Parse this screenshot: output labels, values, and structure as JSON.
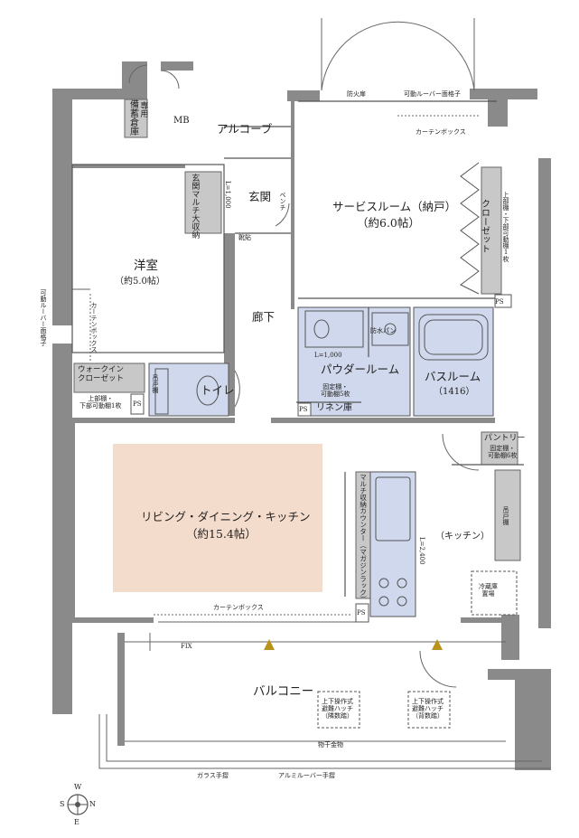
{
  "rooms": {
    "storage": "備蓄倉庫",
    "storage_prefix": "専用",
    "mb": "MB",
    "alcove": "アルコーブ",
    "entrance": "玄関",
    "entrance_storage": "玄関マルチ大収納",
    "western_room": "洋室",
    "western_room_size": "（約5.0帖）",
    "service_room": "サービスルーム（納戸）",
    "service_room_size": "（約6.0帖）",
    "closet": "クローゼット",
    "corridor": "廊下",
    "walk_in_closet": "ウォークイン\nクローゼット",
    "toilet": "トイレ",
    "powder_room": "パウダールーム",
    "bathroom": "バスルーム",
    "bathroom_size": "（1416）",
    "linen": "リネン庫",
    "pantry": "パントリー",
    "ldk": "リビング・ダイニング・キッチン",
    "ldk_size": "（約15.4帖）",
    "kitchen": "（キッチン）",
    "balcony": "バルコニー"
  },
  "notes": {
    "fire_door": "防火扉",
    "louver_top": "可動ルーバー面格子",
    "curtain_box_top": "カーテンボックス",
    "curtain_box_left": "カーテンボックス",
    "curtain_box_ldk": "カーテンボックス",
    "louver_left": "可動ルーバー面格子",
    "shoe_box": "ベンチ",
    "l1000_entrance": "L=1,000",
    "shoe_storage": "靴貼",
    "waterproof_pan": "防水パン",
    "l1000_powder": "L=1,000",
    "fixed_shelf": "固定棚・\n可動棚5枚",
    "closet_shelf": "上部棚・下部可動棚1枚",
    "wic_shelf": "上部棚・\n下部可動棚1枚",
    "upper_cabinet": "吊戸棚",
    "pantry_shelf": "固定棚・\n可動棚6枚",
    "upper_cabinet_kitchen": "吊戸棚",
    "multi_counter": "マルチ収納カウンター（マガジンラック）",
    "l2400": "L=2,400",
    "fridge": "冷蔵庫\n置場",
    "ps": "PS",
    "fix": "FIX",
    "hatch1": "上下操作式\n避難ハッチ\n（隣数踏）",
    "hatch2": "上下操作式\n避難ハッチ\n（背数踏）",
    "drying": "物干金物",
    "glass_rail": "ガラス手摺",
    "alum_rail": "アルミルーバー手摺"
  },
  "compass": {
    "n": "N",
    "s": "S",
    "e": "E",
    "w": "W"
  },
  "colors": {
    "wall": "#7a7a7a",
    "wet_area": "#cdd6ea",
    "ldk_floor": "#f4dccd",
    "storage": "#c4c4c4"
  }
}
